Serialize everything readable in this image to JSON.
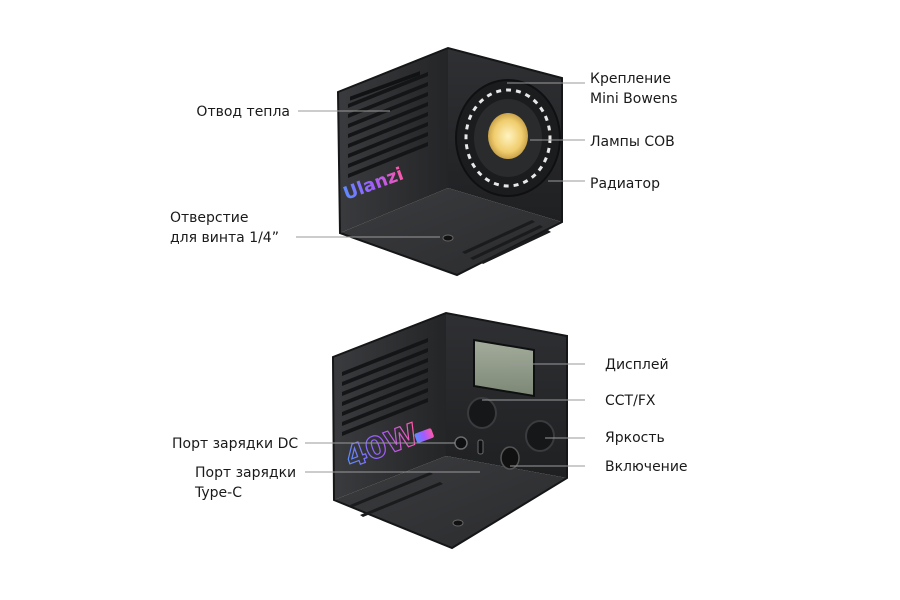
{
  "top_device": {
    "brand": "Ulanzi",
    "callouts": {
      "mount_line1": "Крепление",
      "mount_line2": "Mini Bowens",
      "cob": "Лампы COB",
      "radiator": "Радиатор",
      "heat": "Отвод тепла",
      "screw_line1": "Отверстие",
      "screw_line2": "для винта 1/4”"
    }
  },
  "bottom_device": {
    "power_badge": "40W",
    "callouts": {
      "display": "Дисплей",
      "cct": "CCT/FX",
      "brightness": "Яркость",
      "power": "Включение",
      "dc": "Порт зарядки DC",
      "typec_line1": "Порт зарядки",
      "typec_line2": "Type-C"
    }
  },
  "colors": {
    "body": "#2b2c2e",
    "body_dark": "#1c1d1f",
    "accent_gradient": [
      "#5b8cff",
      "#c04bff",
      "#ff4fa8"
    ],
    "cob": "#f2d27a",
    "display": "#8e9a86"
  }
}
